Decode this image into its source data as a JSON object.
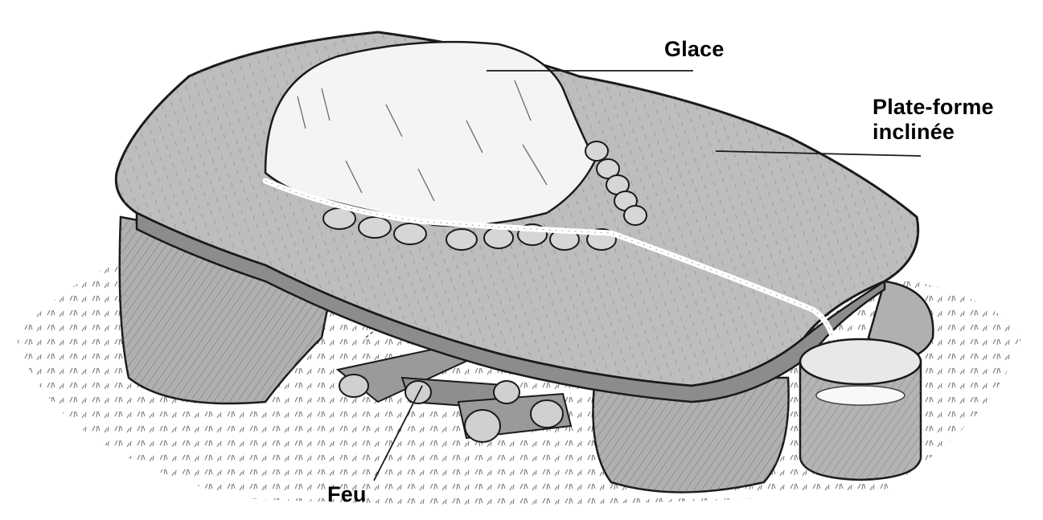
{
  "labels": {
    "glace": "Glace",
    "plate_forme_line1": "Plate-forme",
    "plate_forme_line2": "inclinée",
    "feu": "Feu"
  },
  "colors": {
    "ink": "#1a1a1a",
    "stone_fill": "#bdbdbd",
    "stone_dark": "#8c8c8c",
    "ice_fill": "#f2f2f2",
    "ground": "#d9d9d9",
    "background": "#ffffff"
  },
  "icons": [
    "stone-platform",
    "ice-block",
    "support-rocks",
    "fire-logs",
    "collection-cup",
    "water-stream",
    "pebbles"
  ]
}
